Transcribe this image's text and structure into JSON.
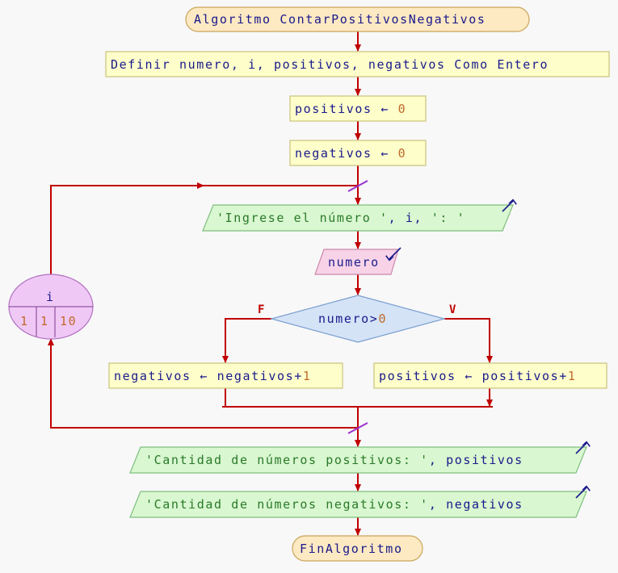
{
  "diagram": {
    "start": {
      "keyword": "Algoritmo",
      "name": "ContarPositivosNegativos"
    },
    "define": {
      "text": "Definir numero, i, positivos, negativos Como Entero"
    },
    "assign_positivos": {
      "var": "positivos",
      "arrow": "←",
      "value": "0"
    },
    "assign_negativos": {
      "var": "negativos",
      "arrow": "←",
      "value": "0"
    },
    "output_prompt": {
      "str": "'Ingrese el número '",
      "rest": ", i, ",
      "str2": "': '"
    },
    "input_numero": {
      "var": "numero"
    },
    "decision": {
      "var": "numero",
      "op": ">",
      "value": "0",
      "false_label": "F",
      "true_label": "V"
    },
    "branch_false": {
      "var": "negativos",
      "arrow": "←",
      "expr": "negativos+",
      "value": "1"
    },
    "branch_true": {
      "var": "positivos",
      "arrow": "←",
      "expr": "positivos+",
      "value": "1"
    },
    "loop": {
      "var": "i",
      "start": "1",
      "step": "1",
      "end": "10"
    },
    "output_positivos": {
      "str": "'Cantidad de números positivos: '",
      "rest": ", positivos"
    },
    "output_negativos": {
      "str": "'Cantidad de números negativos: '",
      "rest": ", negativos"
    },
    "end": {
      "text": "FinAlgoritmo"
    }
  }
}
